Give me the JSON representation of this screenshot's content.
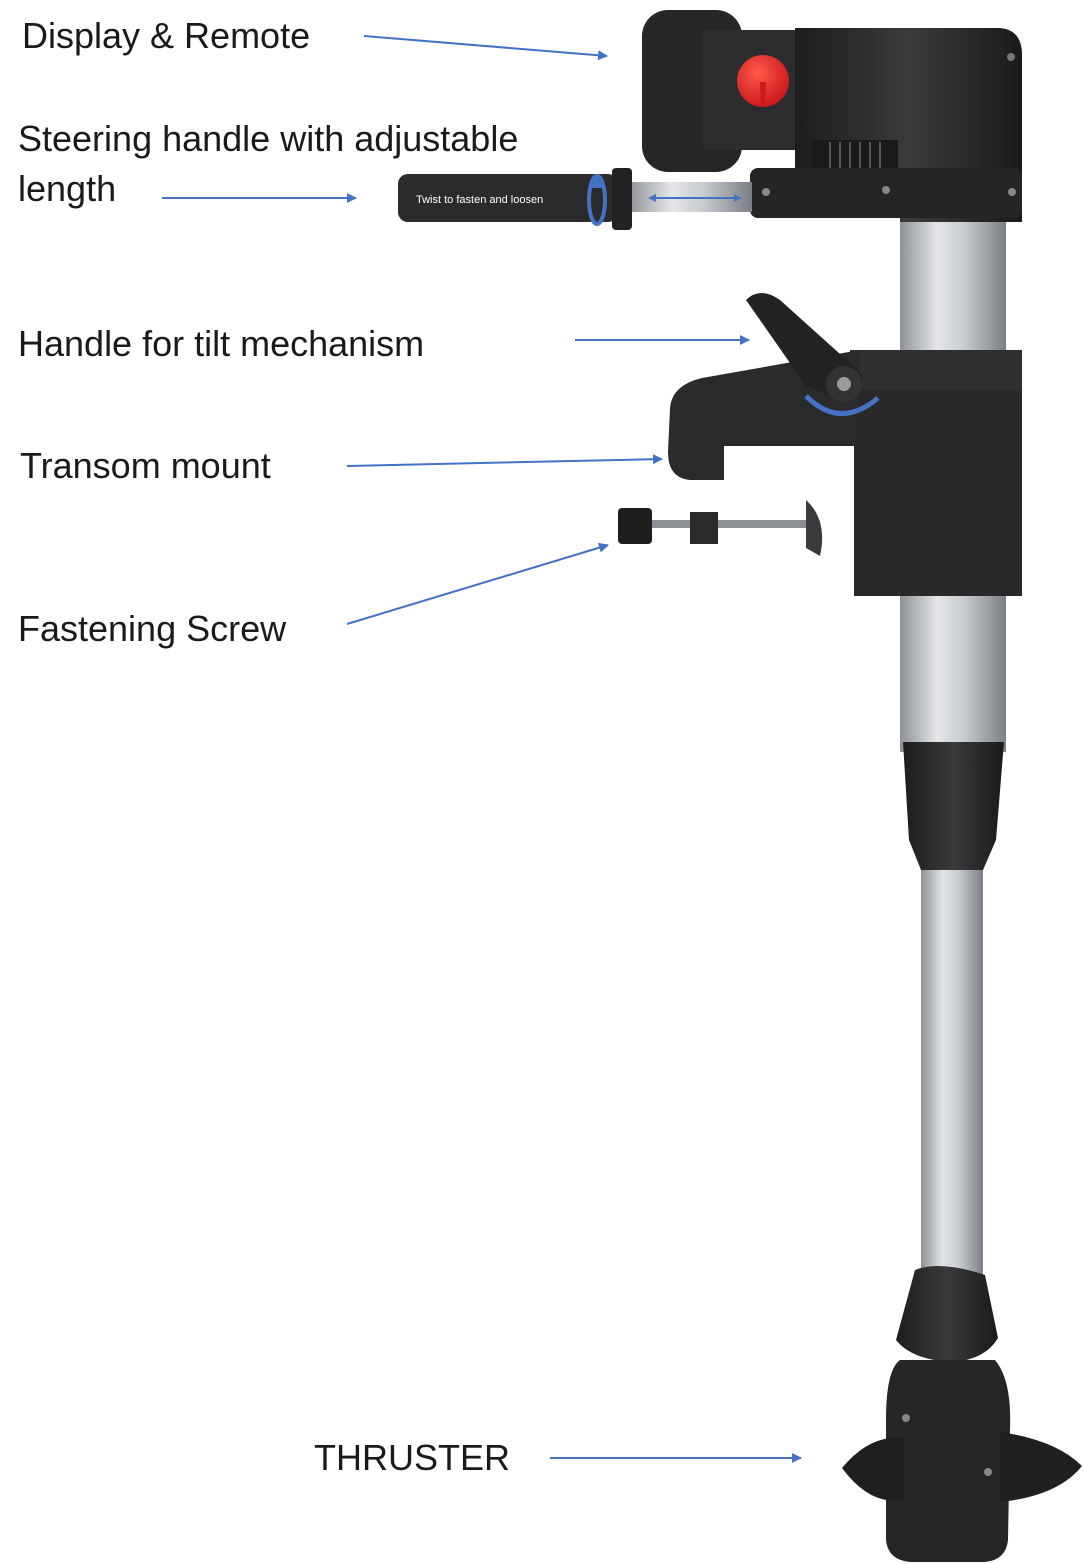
{
  "labels": {
    "display_remote": "Display & Remote",
    "steering_line1": "Steering handle with adjustable",
    "steering_line2": "length",
    "tilt_handle": "Handle for tilt mechanism",
    "transom_mount": "Transom mount",
    "fastening_screw": "Fastening Screw",
    "thruster": "THRUSTER",
    "grip_text": "Twist to fasten and loosen"
  },
  "colors": {
    "arrow": "#4472C4",
    "body_dark": "#2a2a2b",
    "knob_red": "#e02020",
    "shaft": "#b8bcc0"
  }
}
